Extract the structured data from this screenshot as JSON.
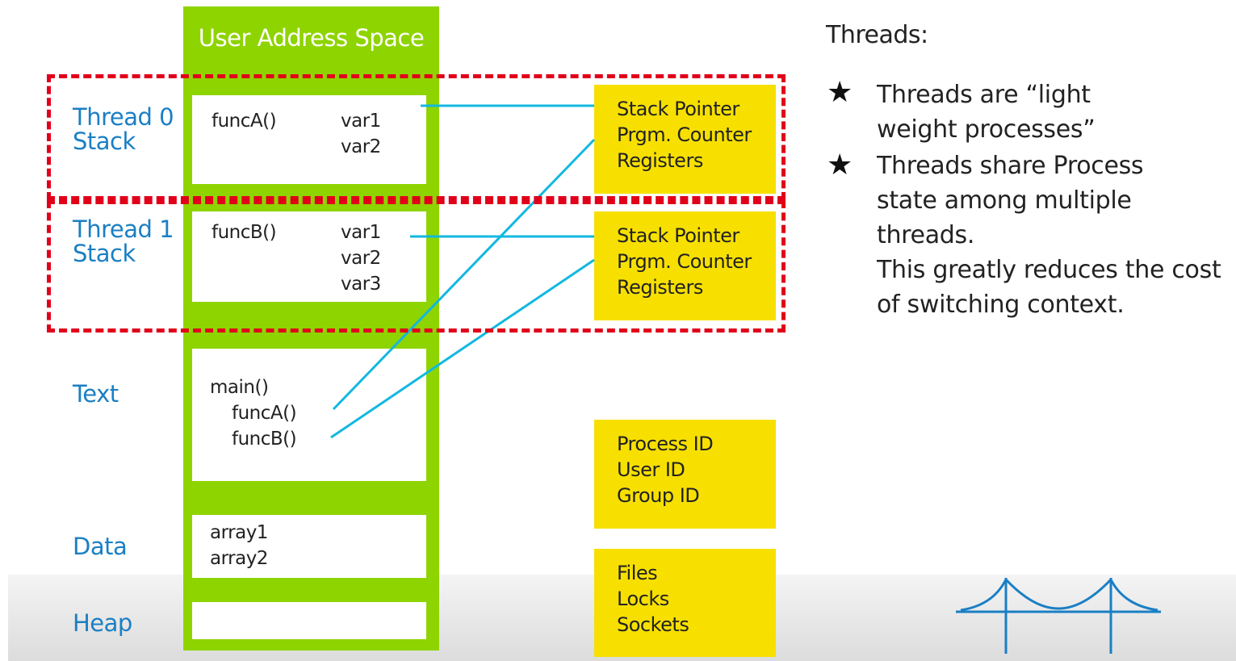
{
  "column": {
    "title": "User Address Space"
  },
  "segment_labels": {
    "thread0": [
      "Thread 0",
      "Stack"
    ],
    "thread1": [
      "Thread 1",
      "Stack"
    ],
    "text": "Text",
    "data": "Data",
    "heap": "Heap"
  },
  "thread0_stack": {
    "func": "funcA()",
    "vars": [
      "var1",
      "var2"
    ]
  },
  "thread1_stack": {
    "func": "funcB()",
    "vars": [
      "var1",
      "var2",
      "var3"
    ]
  },
  "text_segment": {
    "lines": [
      "main()",
      "funcA()",
      "funcB()"
    ]
  },
  "data_segment": {
    "lines": [
      "array1",
      "array2"
    ]
  },
  "thread_state_boxes": [
    [
      "Stack Pointer",
      "Prgm. Counter",
      "Registers"
    ],
    [
      "Stack Pointer",
      "Prgm. Counter",
      "Registers"
    ]
  ],
  "process_ids": [
    "Process ID",
    "User ID",
    "Group ID"
  ],
  "resources": [
    "Files",
    "Locks",
    "Sockets"
  ],
  "threads_panel": {
    "heading": "Threads:",
    "bullets": [
      [
        "Threads are “light",
        "weight processes”"
      ],
      [
        "Threads share Process",
        "state among multiple threads.",
        "This greatly reduces the cost",
        "of switching context."
      ]
    ]
  },
  "colors": {
    "column": "#8ed400",
    "state_box": "#f7e000",
    "label": "#1a7fc4",
    "dash": "#e1001a",
    "connector": "#12b8e0",
    "bridge": "#1a7fc4"
  },
  "icons": {
    "bullet": "star-icon",
    "logo": "bridge-icon"
  }
}
